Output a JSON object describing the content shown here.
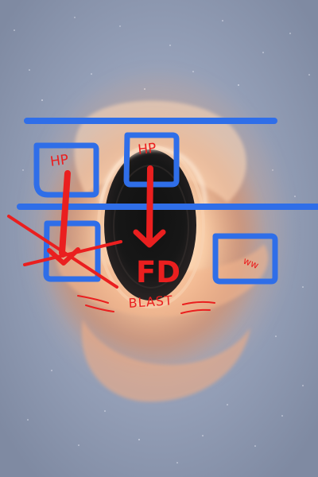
{
  "background": {
    "description": "space-background",
    "sky_color": "#8f9ab3",
    "disk_color": "#f4b17b",
    "hole_color": "#121212"
  },
  "annotations": {
    "left_box_label": "HP",
    "right_box_label": "HP",
    "center_label": "FD",
    "scribble_label": "ww",
    "blast_label": "BLAST"
  },
  "colors": {
    "blue": "#2f6ee8",
    "red": "#ea1f1f"
  }
}
